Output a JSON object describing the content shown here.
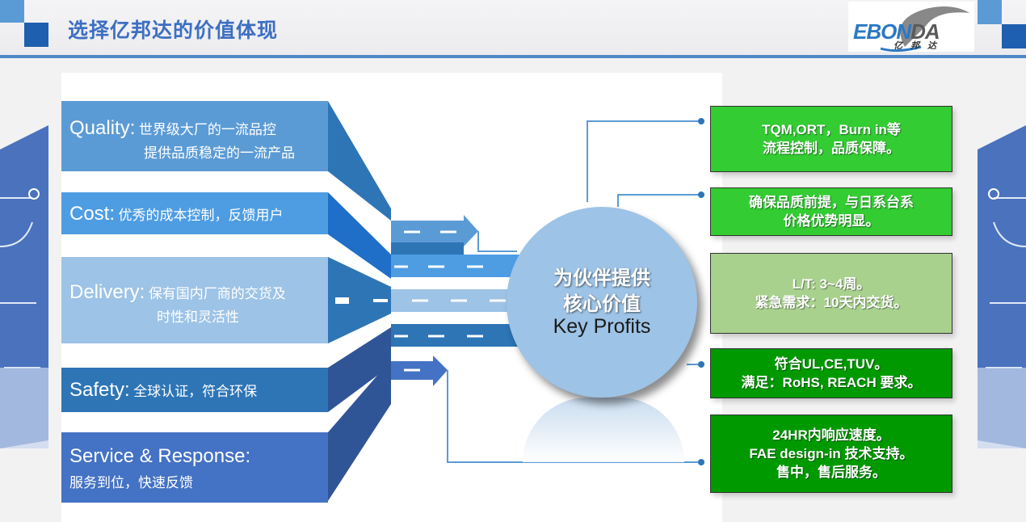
{
  "header": {
    "title": "选择亿邦达的价值体现",
    "logo": {
      "brand_main": "EBON",
      "brand_tail": "DA",
      "brand_cn": "亿邦达"
    }
  },
  "left_bands": [
    {
      "en": "Quality:",
      "zh_lines": [
        "世界级大厂的一流品控",
        "提供品质稳定的一流产品"
      ],
      "color": "#5b9bd5"
    },
    {
      "en": "Cost:",
      "zh_lines": [
        "优秀的成本控制，反馈用户"
      ],
      "color": "#4e9de3"
    },
    {
      "en": "Delivery:",
      "zh_lines": [
        "保有国内厂商的交货及",
        "时性和灵活性"
      ],
      "color": "#9dc3e6"
    },
    {
      "en": "Safety:",
      "zh_lines": [
        "全球认证，符合环保"
      ],
      "color": "#2e75b6"
    },
    {
      "en": "Service & Response:",
      "zh_lines": [
        "服务到位，快速反馈"
      ],
      "color": "#4472c4"
    }
  ],
  "center": {
    "line1": "为伙伴提供",
    "line2": "核心价值",
    "line3": "Key Profits"
  },
  "right_boxes": [
    {
      "text": "TQM,ORT，Burn in等\n流程控制，品质保障。",
      "color": "#33cc33"
    },
    {
      "text": "确保品质前提，与日系台系\n价格优势明显。",
      "color": "#33cc33"
    },
    {
      "text": "L/T: 3~4周。\n紧急需求：10天内交货。",
      "color": "#a9d18e"
    },
    {
      "text": "符合UL,CE,TUV。\n满足：RoHS, REACH 要求。",
      "color": "#009900"
    },
    {
      "text": "24HR内响应速度。\nFAE design-in 技术支持。\n售中，售后服务。",
      "color": "#009900"
    }
  ],
  "colors": {
    "title": "#3d6fc2",
    "accent_line": "#4f88c9",
    "connector": "#5b9bd5"
  }
}
